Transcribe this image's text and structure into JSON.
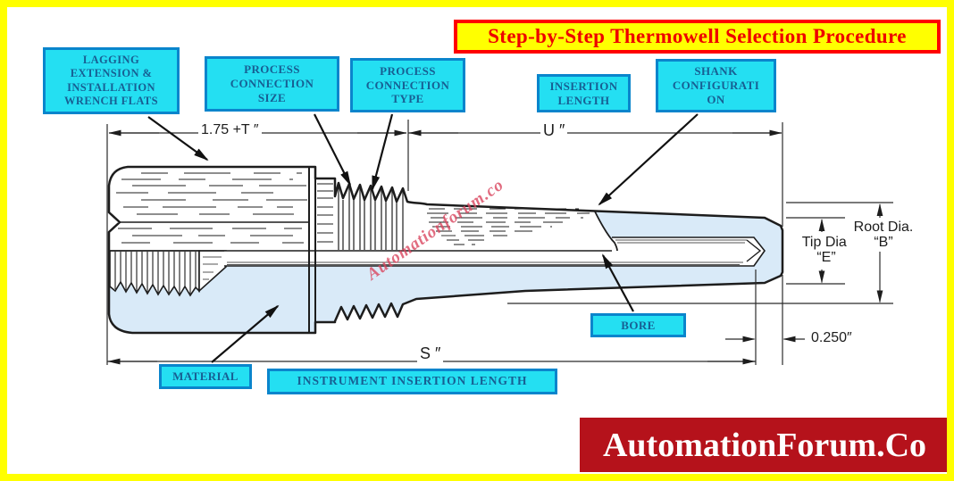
{
  "title_banner": {
    "text": "Step-by-Step Thermowell Selection Procedure"
  },
  "brand_banner": {
    "text": "AutomationForum.Co"
  },
  "watermark": {
    "text": "Automationforum.co"
  },
  "callouts": {
    "lagging": {
      "label": "LAGGING\nEXTENSION &\nINSTALLATION\nWRENCH FLATS"
    },
    "process_connection_size": {
      "label": "PROCESS\nCONNECTION\nSIZE"
    },
    "process_connection_type": {
      "label": "PROCESS\nCONNECTION\nTYPE"
    },
    "insertion_length": {
      "label": "INSERTION\nLENGTH"
    },
    "shank_configuration": {
      "label": "SHANK\nCONFIGURATI\nON"
    },
    "bore": {
      "label": "BORE"
    },
    "material": {
      "label": "MATERIAL"
    },
    "instrument_insertion_length": {
      "label": "INSTRUMENT INSERTION LENGTH"
    }
  },
  "dimensions": {
    "lagging_length": "1.75 +T ″",
    "immersion_u": "U ″",
    "instrument_s": "S ″",
    "tip_thickness": "0.250″",
    "tip_diameter": "Tip Dia.\n“E”",
    "root_diameter": "Root Dia.\n“B”"
  },
  "colors": {
    "page_border": "#ffff00",
    "title_text": "#ee0000",
    "title_bg": "#ffff00",
    "title_border": "#ff0000",
    "callout_fill": "#24dff2",
    "callout_border": "#0a85cc",
    "callout_text": "#175f93",
    "brand_bg": "#b5121b",
    "brand_text": "#ffffff",
    "section_fill": "#d9eaf8",
    "line": "#1d1d1d",
    "watermark": "#da465f"
  }
}
